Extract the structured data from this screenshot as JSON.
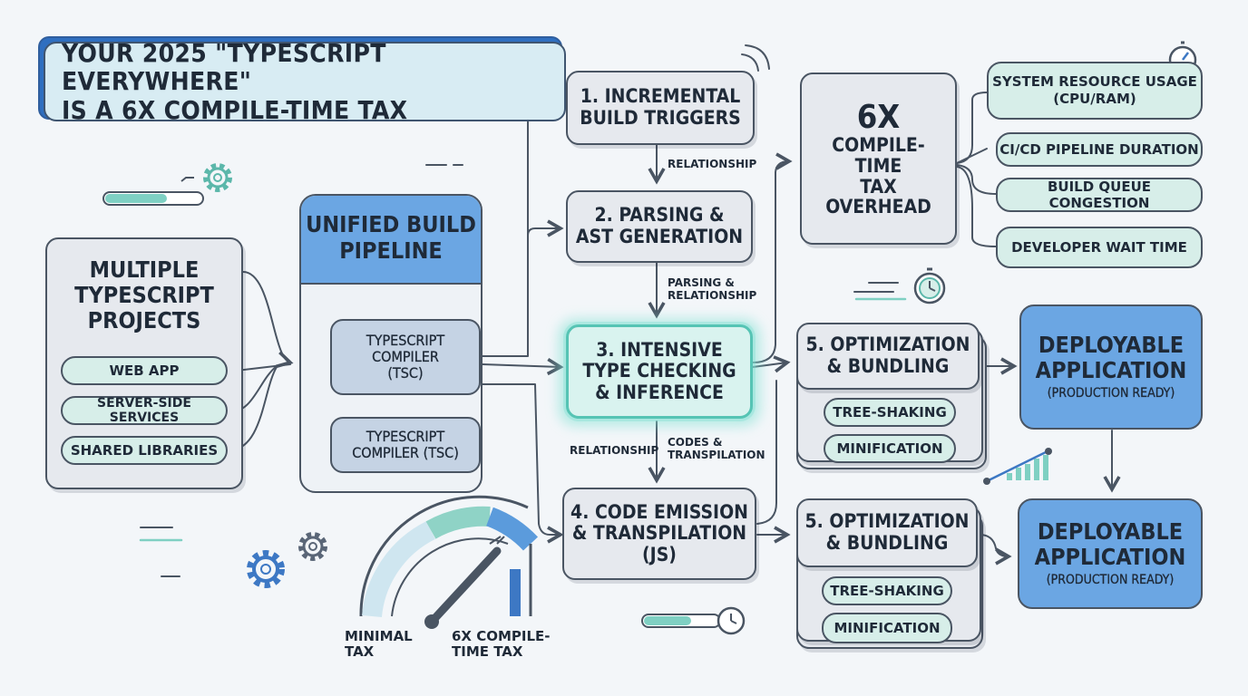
{
  "title": "YOUR 2025 \"TYPESCRIPT EVERYWHERE\"\nIS A 6X COMPILE-TIME TAX",
  "projects": {
    "heading": "MULTIPLE\nTYPESCRIPT\nPROJECTS",
    "items": [
      "WEB APP",
      "SERVER-SIDE SERVICES",
      "SHARED LIBRARIES"
    ]
  },
  "pipeline": {
    "heading": "UNIFIED BUILD\nPIPELINE",
    "compiler_a": "TYPESCRIPT\nCOMPILER\n(TSC)",
    "compiler_b": "TYPESCRIPT\nCOMPILER (TSC)"
  },
  "steps": [
    {
      "label": "1. INCREMENTAL\nBUILD TRIGGERS"
    },
    {
      "label": "2. PARSING &\nAST GENERATION"
    },
    {
      "label": "3. INTENSIVE\nTYPE CHECKING\n& INFERENCE"
    },
    {
      "label": "4. CODE EMISSION\n& TRANSPILATION\n(JS)"
    }
  ],
  "connector_labels": {
    "relationship_1": "RELATIONSHIP",
    "parsing_relationship": "PARSING &\nRELATIONSHIP",
    "relationship_2": "RELATIONSHIP",
    "codes_transpilation": "CODES &\nTRANSPILATION"
  },
  "tax": {
    "big": "6X",
    "label": "COMPILE-\nTIME\nTAX\nOVERHEAD"
  },
  "impacts": [
    "SYSTEM RESOURCE USAGE\n(CPU/RAM)",
    "CI/CD PIPELINE DURATION",
    "BUILD QUEUE CONGESTION",
    "DEVELOPER WAIT TIME"
  ],
  "optimization": [
    {
      "label": "5. OPTIMIZATION\n& BUNDLING",
      "sub": [
        "TREE-SHAKING",
        "MINIFICATION"
      ]
    },
    {
      "label": "5. OPTIMIZATION\n& BUNDLING",
      "sub": [
        "TREE-SHAKING",
        "MINIFICATION"
      ]
    }
  ],
  "deploy": [
    {
      "title": "DEPLOYABLE\nAPPLICATION",
      "sub": "(PRODUCTION READY)"
    },
    {
      "title": "DEPLOYABLE\nAPPLICATION",
      "sub": "(PRODUCTION READY)"
    }
  ],
  "gauge": {
    "min_label": "MINIMAL\nTAX",
    "max_label": "6X COMPILE-\nTIME TAX"
  },
  "colors": {
    "accent_blue": "#5b9bdc",
    "teal": "#7fd0c3",
    "pill_fill": "#d7eee9",
    "box_grey": "#e6e9ee",
    "outline": "#4a5563"
  }
}
